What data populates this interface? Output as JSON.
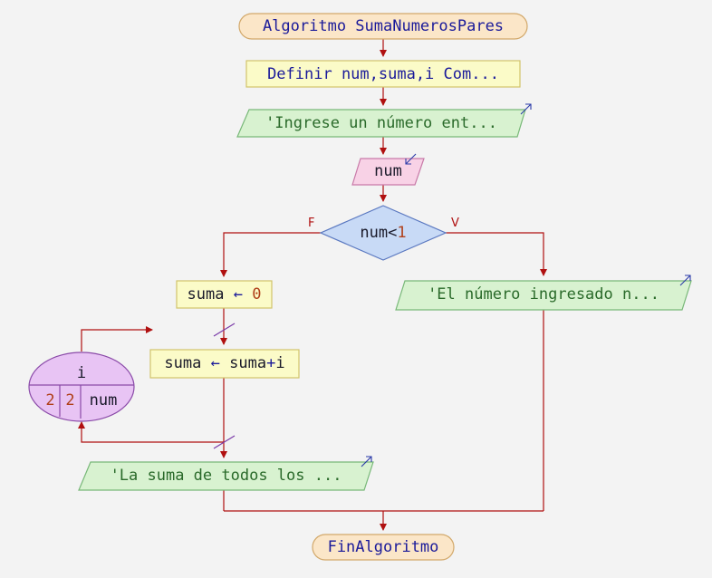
{
  "diagram": {
    "start_label": "Algoritmo SumaNumerosPares",
    "define_label": "Definir num,suma,i Com...",
    "prompt_output": "'Ingrese un número ent...",
    "read_var": "num",
    "condition": {
      "var": "num",
      "op": "<",
      "value": "1"
    },
    "false_flag": "F",
    "true_flag": "V",
    "true_output": "'El número ingresado n...",
    "assign_suma": {
      "var": "suma",
      "arrow": "←",
      "value": "0"
    },
    "loop": {
      "var": "i",
      "start": "2",
      "step": "2",
      "end": "num"
    },
    "assign_sum_i": {
      "var": "suma",
      "arrow": "←",
      "expr_a": "suma",
      "op": "+",
      "expr_b": "i"
    },
    "result_output": "'La suma de todos los ...",
    "end_label": "FinAlgoritmo"
  },
  "colors": {
    "line": "#b01010",
    "terminal_fill": "#fbe6c8",
    "process_fill": "#fbfbc8",
    "process_stroke": "#d2c46a",
    "io_fill": "#d8f2d0",
    "io_stroke": "#78b878",
    "read_fill": "#f8d2e6",
    "read_stroke": "#c87aa8",
    "decision_fill": "#c8daf6",
    "decision_stroke": "#5a78c0",
    "loop_fill": "#e8c4f4",
    "loop_stroke": "#8a4aa8"
  }
}
